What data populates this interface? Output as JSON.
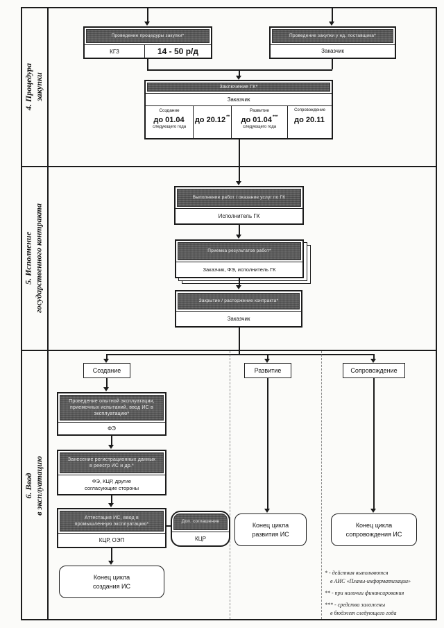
{
  "lane_labels": {
    "lane4": {
      "line1": "4. Процедура",
      "line2": "закупки"
    },
    "lane5": {
      "line1": "5. Исполнение",
      "line2": "государственного контракта"
    },
    "lane6": {
      "line1": "6. Ввод",
      "line2": "в эксплуатацию"
    }
  },
  "procurement": {
    "tender": {
      "header": "Проведение процедуры закупки*",
      "actor": "КГЗ",
      "duration": "14 - 50 р/д"
    },
    "single_source": {
      "header": "Проведение закупки у ед. поставщика*",
      "actor": "Заказчик"
    },
    "contract": {
      "header": "Заключение ГК*",
      "actor": "Заказчик",
      "deadlines": [
        {
          "label": "Создание",
          "date": "до 01.04",
          "sup": "",
          "note": "следующего года"
        },
        {
          "label": "",
          "date": "до 20.12",
          "sup": "**",
          "note": ""
        },
        {
          "label": "Развитие",
          "date": "до 01.04",
          "sup": "***",
          "note": "следующего года"
        },
        {
          "label": "Сопровождение",
          "date": "до 20.11",
          "sup": "",
          "note": ""
        }
      ]
    }
  },
  "execution": {
    "work": {
      "header": "Выполнение работ / оказание услуг по ГК",
      "actor": "Исполнитель ГК"
    },
    "acceptance": {
      "header": "Приемка результатов работ*",
      "actor": "Заказчик, ФЭ, исполнитель ГК"
    },
    "closing": {
      "header": "Закрытие / расторжение контракта*",
      "actor": "Заказчик"
    }
  },
  "commissioning": {
    "branches": {
      "create": "Создание",
      "develop": "Развитие",
      "support": "Сопровождение"
    },
    "trial": {
      "header": "Проведение опытной эксплуатации, приемочных испытаний, ввод ИС в эксплуатацию*",
      "actor": "ФЭ"
    },
    "registry": {
      "header": "Занесение регистрационных данных в реестр ИС и др.*",
      "actor": "ФЭ, КЦР, другие\nсогласующие стороны"
    },
    "attestation": {
      "header": "Аттестация ИС, ввод в промышленную эксплуатацию*",
      "actor": "КЦР, ОЭП"
    },
    "agreement": {
      "header": "Доп. соглашение",
      "actor": "КЦР"
    },
    "end_create": "Конец цикла\nсоздания ИС",
    "end_develop": "Конец цикла\nразвития ИС",
    "end_support": "Конец цикла\nсопровождения ИС"
  },
  "footnotes": {
    "l1": "* - действия выполняются",
    "l2": "в АИС «Планы-информатизации»",
    "l3": "** - при наличии финансирования",
    "l4": "*** - средства заложены",
    "l5": "в бюджет следующего года"
  }
}
